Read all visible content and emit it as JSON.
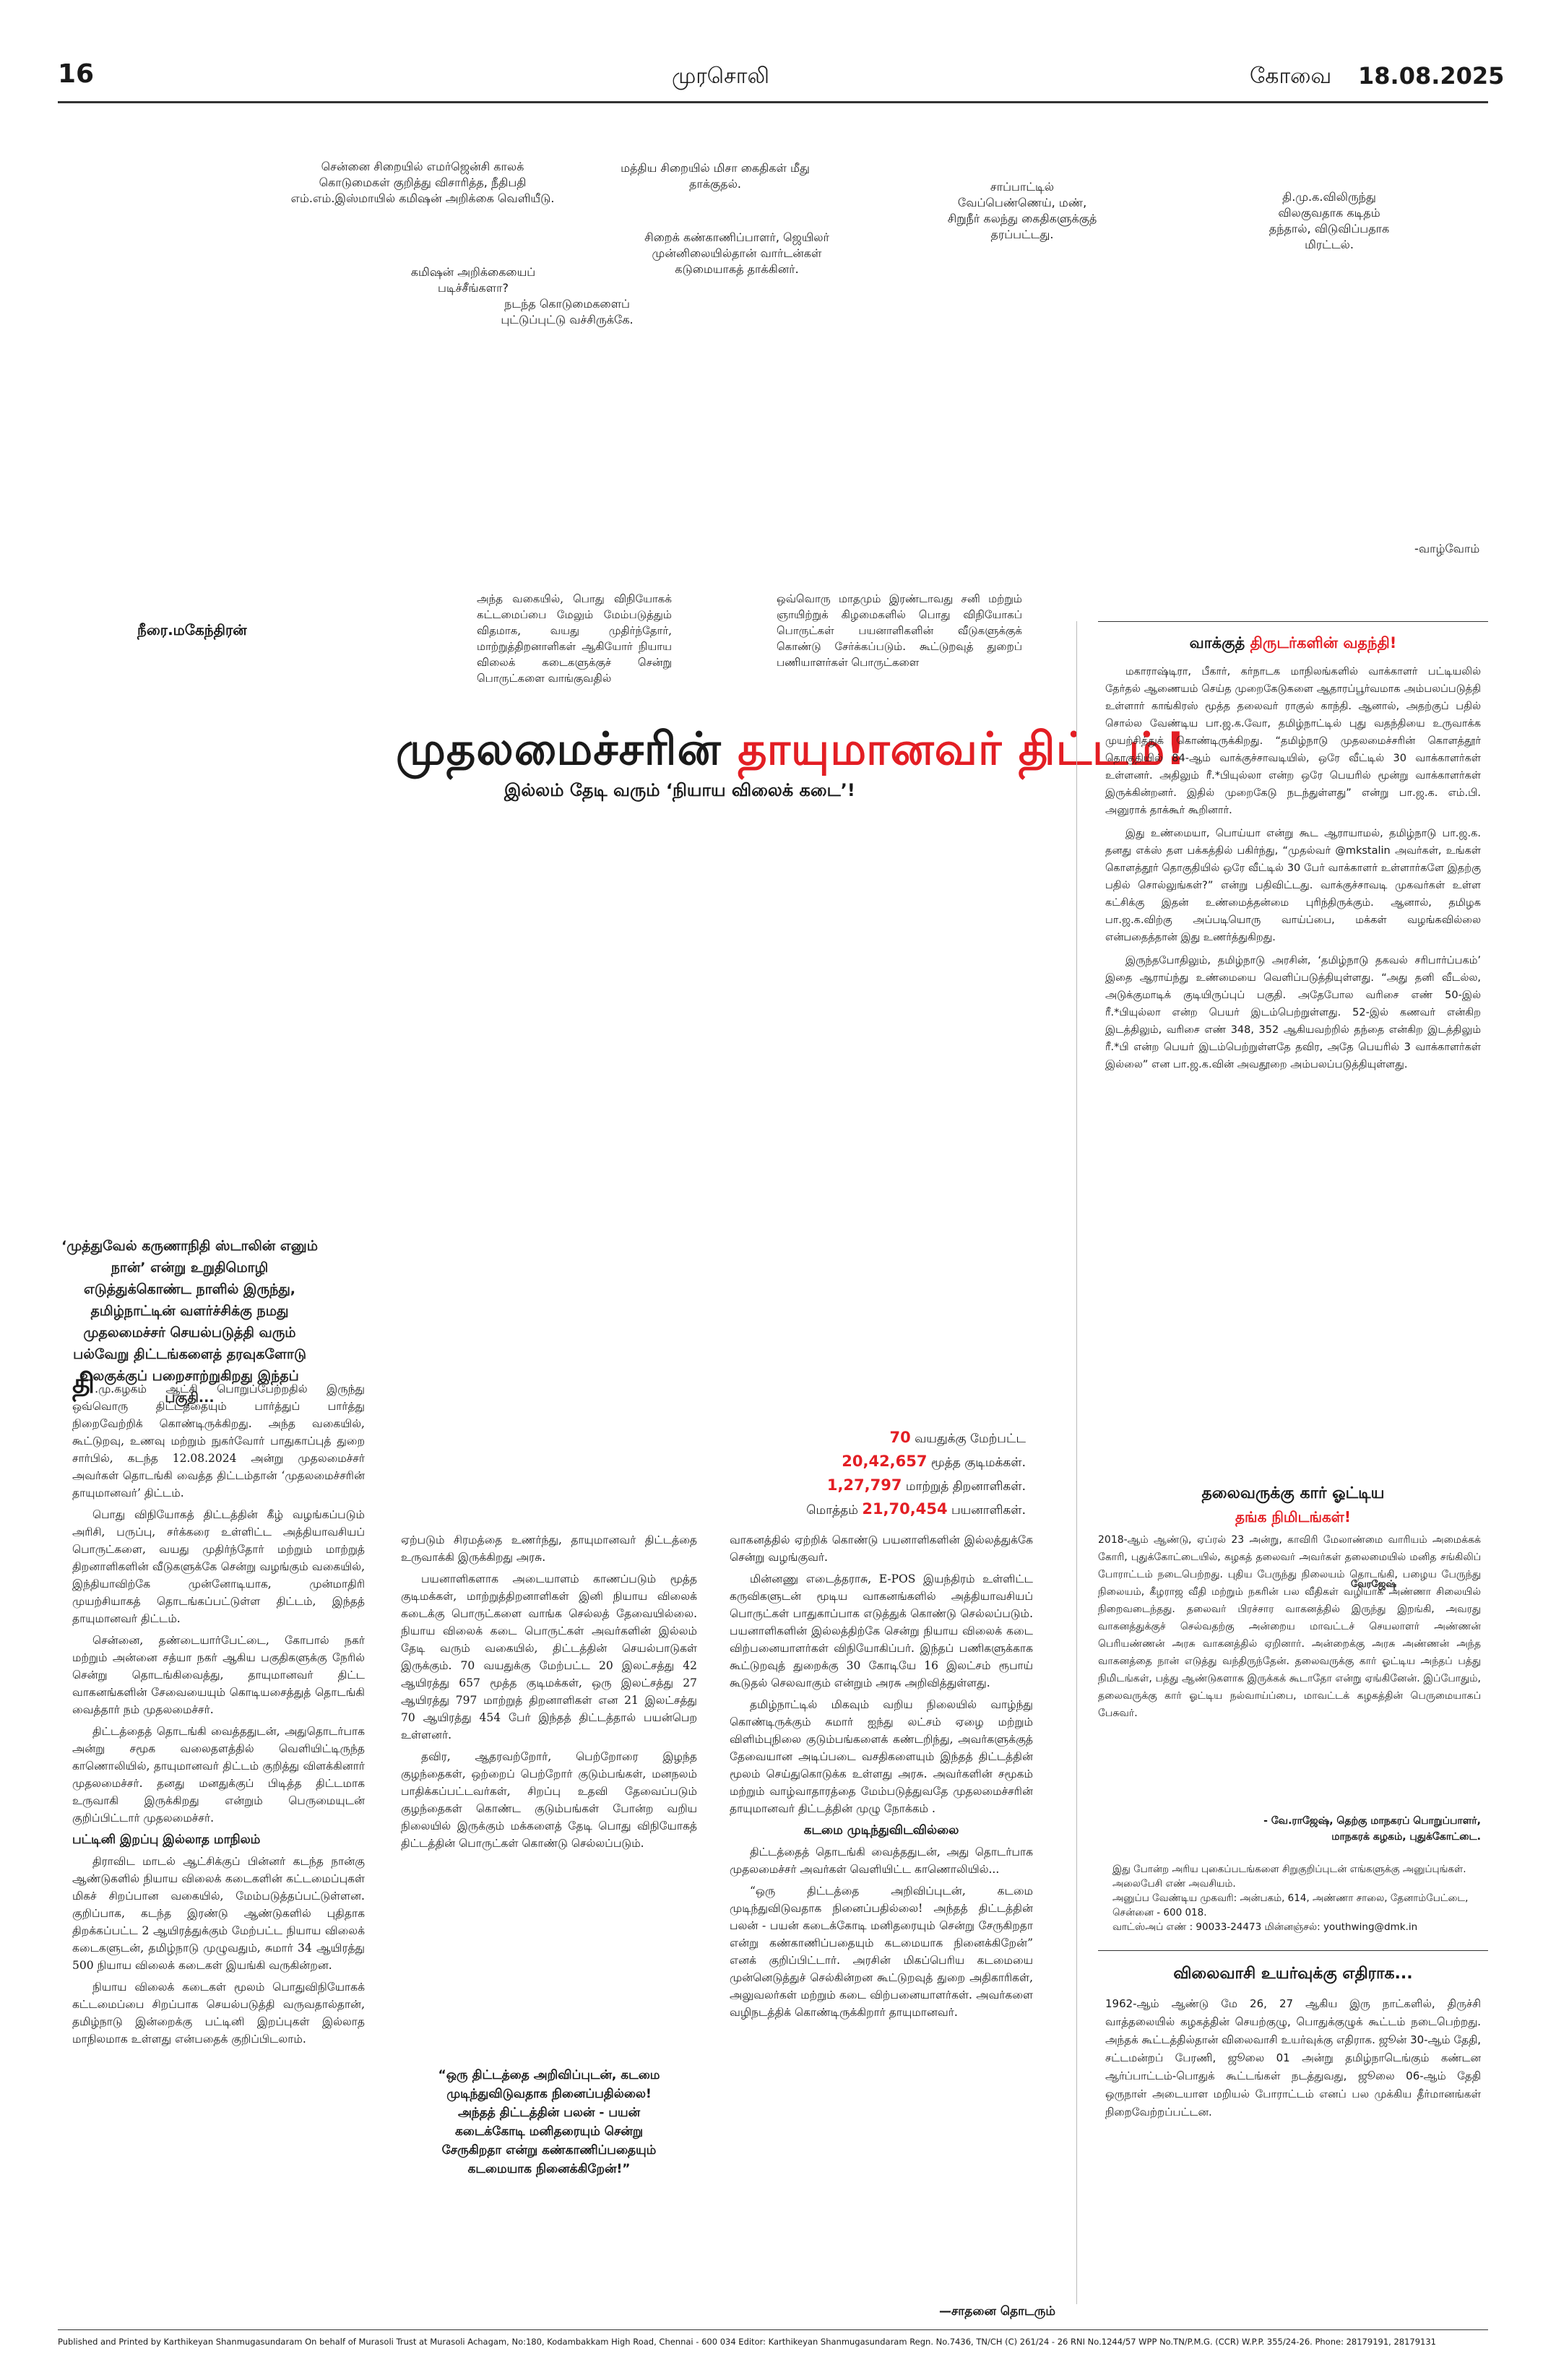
{
  "header": {
    "page_number": "16",
    "paper_name": "முரசொலி",
    "city": "கோவை",
    "date": "18.08.2025"
  },
  "captions": {
    "c1": "சென்னை சிறையில் எமர்ஜென்சி காலக் கொடுமைகள் குறித்து விசாரித்த, நீதிபதி எம்.எம்.இஸ்மாயில் கமிஷன் அறிக்கை வெளியீடு.",
    "c2": "மத்திய சிறையில் மிசா கைதிகள் மீது தாக்குதல்.",
    "c3": "சிறைக் கண்காணிப்பாளர், ஜெயிலர் முன்னிலையில்தான் வார்டன்கள் கடுமையாகத் தாக்கினர்.",
    "c4": "கமிஷன் அறிக்கையைப் படிச்சீங்களா?",
    "c5": "நடந்த கொடுமைகளைப் புட்டுப்புட்டு வச்சிருக்கே.",
    "c6": "சாப்பாட்டில் வேப்பெண்ணெய், மண், சிறுநீர் கலந்து கைதிகளுக்குத் தரப்பட்டது.",
    "c7": "தி.மு.க.விலிருந்து விலகுவதாக கடிதம் தந்தால், விடுவிப்பதாக மிரட்டல்.",
    "signature": "-வாழ்வோம்"
  },
  "article": {
    "byline": "நீரை.மகேந்திரன்",
    "intro_col1": "அந்த வகையில், பொது விநியோகக் கட்டமைப்பை மேலும் மேம்படுத்தும் விதமாக, வயது முதிர்ந்தோர், மாற்றுத்திறனாளிகள் ஆகியோர் நியாய விலைக் கடைகளுக்குச் சென்று பொருட்களை வாங்குவதில்",
    "intro_col2": "ஒவ்வொரு மாதமும் இரண்டாவது சனி மற்றும் ஞாயிற்றுக் கிழமைகளில் பொது விநியோகப் பொருட்கள் பயனாளிகளின் வீடுகளுக்குக் கொண்டு சேர்க்கப்படும். கூட்டுறவுத் துறைப் பணியாளர்கள் பொருட்களை",
    "title_black": "முதலமைச்சரின்",
    "title_red": "தாயுமானவர் திட்டம்!",
    "subtitle": "இல்லம் தேடி வரும் ‘நியாய விலைக் கடை’!",
    "pullquote": "‘முத்துவேல் கருணாநிதி ஸ்டாலின் எனும் நான்’ என்று உறுதிமொழி எடுத்துக்கொண்ட நாளில் இருந்து, தமிழ்நாட்டின் வளர்ச்சிக்கு நமது முதலமைச்சர் செயல்படுத்தி வரும் பல்வேறு திட்டங்களைத் தரவுகளோடு உலகுக்குப் பறைசாற்றுகிறது இந்தப் பகுதி...",
    "stats": [
      {
        "num": "70",
        "text": "வயதுக்கு மேற்பட்ட"
      },
      {
        "num": "20,42,657",
        "text": "மூத்த குடிமக்கள்."
      },
      {
        "num": "1,27,797",
        "text": "மாற்றுத் திறனாளிகள்."
      },
      {
        "pre": "மொத்தம்",
        "num": "21,70,454",
        "text": "பயனாளிகள்."
      }
    ],
    "col1_dropcap": "தி",
    "col1_p1": ".மு.கழகம் ஆட்சி பொறுப்பேற்றதில் இருந்து ஒவ்வொரு திட்டத்தையும் பார்த்துப் பார்த்து நிறைவேற்றிக் கொண்டிருக்கிறது. அந்த வகையில், கூட்டுறவு, உணவு மற்றும் நுகர்வோர் பாதுகாப்புத் துறை சார்பில், கடந்த 12.08.2024 அன்று முதலமைச்சர் அவர்கள் தொடங்கி வைத்த திட்டம்தான் ‘முதலமைச்சரின் தாயுமானவர்’ திட்டம்.",
    "col1_p2": "பொது விநியோகத் திட்டத்தின் கீழ் வழங்கப்படும் அரிசி, பருப்பு, சர்க்கரை உள்ளிட்ட அத்தியாவசியப் பொருட்களை, வயது முதிர்ந்தோர் மற்றும் மாற்றுத் திறனாளிகளின் வீடுகளுக்கே சென்று வழங்கும் வகையில், இந்தியாவிற்கே முன்னோடியாக, முன்மாதிரி முயற்சியாகத் தொடங்கப்பட்டுள்ள திட்டம், இந்தத் தாயுமானவர் திட்டம்.",
    "col1_p3": "சென்னை, தண்டையார்பேட்டை, கோபால் நகர் மற்றும் அன்னை சத்யா நகர் ஆகிய பகுதிகளுக்கு நேரில் சென்று தொடங்கிவைத்து, தாயுமானவர் திட்ட வாகனங்களின் சேவையையும் கொடியசைத்துத் தொடங்கி வைத்தார் நம் முதலமைச்சர்.",
    "col1_p4": "திட்டத்தைத் தொடங்கி வைத்ததுடன், அதுதொடர்பாக அன்று சமூக வலைதளத்தில் வெளியிட்டிருந்த காணொலியில், தாயுமானவர் திட்டம் குறித்து விளக்கினார் முதலமைச்சர். தனது மனதுக்குப் பிடித்த திட்டமாக உருவாகி இருக்கிறது என்றும் பெருமையுடன் குறிப்பிட்டார் முதலமைச்சர்.",
    "col1_sub": "பட்டினி இறப்பு இல்லாத மாநிலம்",
    "col1_p5": "திராவிட மாடல் ஆட்சிக்குப் பின்னர் கடந்த நான்கு ஆண்டுகளில் நியாய விலைக் கடைகளின் கட்டமைப்புகள் மிகச் சிறப்பான வகையில், மேம்படுத்தப்பட்டுள்ளன. குறிப்பாக, கடந்த இரண்டு ஆண்டுகளில் புதிதாக திறக்கப்பட்ட 2 ஆயிரத்துக்கும் மேற்பட்ட நியாய விலைக் கடைகளுடன், தமிழ்நாடு முழுவதும், சுமார் 34 ஆயிரத்து 500 நியாய விலைக் கடைகள் இயங்கி வருகின்றன.",
    "col1_p6": "நியாய விலைக் கடைகள் மூலம் பொதுவிநியோகக் கட்டமைப்பை சிறப்பாக செயல்படுத்தி வருவதால்தான், தமிழ்நாடு இன்றைக்கு பட்டினி இறப்புகள் இல்லாத மாநிலமாக உள்ளது என்பதைக் குறிப்பிடலாம்.",
    "col2_p1": "ஏற்படும் சிரமத்தை உணர்ந்து, தாயுமானவர் திட்டத்தை உருவாக்கி இருக்கிறது அரசு.",
    "col2_p2": "பயனாளிகளாக அடையாளம் காணப்படும் மூத்த குடிமக்கள், மாற்றுத்திறனாளிகள் இனி நியாய விலைக் கடைக்கு பொருட்களை வாங்க செல்லத் தேவையில்லை. நியாய விலைக் கடை பொருட்கள் அவர்களின் இல்லம் தேடி வரும் வகையில், திட்டத்தின் செயல்பாடுகள் இருக்கும். 70 வயதுக்கு மேற்பட்ட 20 இலட்சத்து 42 ஆயிரத்து 657 மூத்த குடிமக்கள், ஒரு இலட்சத்து 27 ஆயிரத்து 797 மாற்றுத் திறனாளிகள் என 21 இலட்சத்து 70 ஆயிரத்து 454 பேர் இந்தத் திட்டத்தால் பயன்பெற உள்ளனர்.",
    "col2_p3": "தவிர, ஆதரவற்றோர், பெற்றோரை இழந்த குழந்தைகள், ஒற்றைப் பெற்றோர் குடும்பங்கள், மனநலம் பாதிக்கப்பட்டவர்கள், சிறப்பு உதவி தேவைப்படும் குழந்தைகள் கொண்ட குடும்பங்கள் போன்ற வறிய நிலையில் இருக்கும் மக்களைத் தேடி பொது விநியோகத் திட்டத்தின் பொருட்கள் கொண்டு செல்லப்படும்.",
    "quote": "“ஒரு திட்டத்தை அறிவிப்புடன், கடமை முடிந்துவிடுவதாக நினைப்பதில்லை! அந்தத் திட்டத்தின் பலன் - பயன் கடைக்கோடி மனிதரையும் சென்று சேருகிறதா என்று கண்காணிப்பதையும் கடமையாக நினைக்கிறேன்!”",
    "col3_p1": "வாகனத்தில் ஏற்றிக் கொண்டு பயனாளிகளின் இல்லத்துக்கே சென்று வழங்குவர்.",
    "col3_p2": "மின்னணு எடைத்தராசு, E-POS இயந்திரம் உள்ளிட்ட கருவிகளுடன் மூடிய வாகனங்களில் அத்தியாவசியப் பொருட்கள் பாதுகாப்பாக எடுத்துக் கொண்டு செல்லப்படும். பயனாளிகளின் இல்லத்திற்கே சென்று நியாய விலைக் கடை விற்பனையாளர்கள் விநியோகிப்பர். இந்தப் பணிகளுக்காக கூட்டுறவுத் துறைக்கு 30 கோடியே 16 இலட்சம் ரூபாய் கூடுதல் செலவாகும் என்றும் அரசு அறிவித்துள்ளது.",
    "col3_p3": "தமிழ்நாட்டில் மிகவும் வறிய நிலையில் வாழ்ந்து கொண்டிருக்கும் சுமார் ஐந்து லட்சம் ஏழை மற்றும் விளிம்புநிலை குடும்பங்களைக் கண்டறிந்து, அவர்களுக்குத் தேவையான அடிப்படை வசதிகளையும் இந்தத் திட்டத்தின் மூலம் செய்துகொடுக்க உள்ளது அரசு. அவர்களின் சமூகம் மற்றும் வாழ்வாதாரத்தை மேம்படுத்துவதே முதலமைச்சரின் தாயுமானவர் திட்டத்தின் முழு நோக்கம் .",
    "col3_sub": "கடமை முடிந்துவிடவில்லை",
    "col3_p4": "திட்டத்தைத் தொடங்கி வைத்ததுடன், அது தொடர்பாக முதலமைச்சர் அவர்கள் வெளியிட்ட காணொலியில்...",
    "col3_p5": "“ஒரு திட்டத்தை அறிவிப்புடன், கடமை முடிந்துவிடுவதாக நினைப்பதில்லை! அந்தத் திட்டத்தின் பலன் - பயன் கடைக்கோடி மனிதரையும் சென்று சேருகிறதா என்று கண்காணிப்பதையும் கடமையாக நினைக்கிறேன்” எனக் குறிப்பிட்டார். அரசின் மிகப்பெரிய கடமையை முன்னெடுத்துச் செல்கின்றன கூட்டுறவுத் துறை அதிகாரிகள், அலுவலர்கள் மற்றும் கடை விற்பனையாளர்கள். அவர்களை வழிநடத்திக் கொண்டிருக்கிறார் தாயுமானவர்.",
    "continued": "—சாதனை தொடரும்"
  },
  "sidebar1": {
    "title_black": "வாக்குத்",
    "title_red": "திருடர்களின் வதந்தி!",
    "p1": "மகாராஷ்டிரா, பீகார், கர்நாடக மாநிலங்களில் வாக்காளர் பட்டியலில் தேர்தல் ஆணையம் செய்த முறைகேடுகளை ஆதாரப்பூர்வமாக அம்பலப்படுத்தி உள்ளார் காங்கிரஸ் மூத்த தலைவர் ராகுல் காந்தி. ஆனால், அதற்குப் பதில் சொல்ல வேண்டிய பா.ஜ.க.வோ, தமிழ்நாட்டில் புது வதந்தியை உருவாக்க முயற்சித்துக் கொண்டிருக்கிறது. “தமிழ்நாடு முதலமைச்சரின் கொளத்தூர் தொகுதியில் 84-ஆம் வாக்குச்சாவடியில், ஒரே வீட்டில் 30 வாக்காளர்கள் உள்ளனர். அதிலும் ரீ.*பியுல்லா என்ற ஒரே பெயரில் மூன்று வாக்காளர்கள் இருக்கின்றனர். இதில் முறைகேடு நடந்துள்ளது” என்று பா.ஜ.க. எம்.பி. அனுராக் தாக்கூர் கூறினார்.",
    "p2": "இது உண்மையா, பொய்யா என்று கூட ஆராயாமல், தமிழ்நாடு பா.ஜ.க. தனது எக்ஸ் தள பக்கத்தில் பகிர்ந்து, “முதல்வர் @mkstalin அவர்கள், உங்கள் கொளத்தூர் தொகுதியில் ஒரே வீட்டில் 30 பேர் வாக்காளர் உள்ளார்களே இதற்கு பதில் சொல்லுங்கள்?” என்று பதிவிட்டது. வாக்குச்சாவடி முகவர்கள் உள்ள கட்சிக்கு இதன் உண்மைத்தன்மை புரிந்திருக்கும். ஆனால், தமிழக பா.ஜ.க.விற்கு அப்படியொரு வாய்ப்பை, மக்கள் வழங்கவில்லை என்பதைத்தான் இது உணர்த்துகிறது.",
    "p3": "இருந்தபோதிலும், தமிழ்நாடு அரசின், ‘தமிழ்நாடு தகவல் சரிபார்ப்பகம்’ இதை ஆராய்ந்து உண்மையை வெளிப்படுத்தியுள்ளது. “அது தனி வீடல்ல, அடுக்குமாடிக் குடியிருப்புப் பகுதி. அதேபோல வரிசை எண் 50-இல் ரீ.*பியுல்லா என்ற பெயர் இடம்பெற்றுள்ளது. 52-இல் கணவர் என்கிற இடத்திலும், வரிசை எண் 348, 352 ஆகியவற்றில் தந்தை என்கிற இடத்திலும் ரீ.*பி என்ற பெயர் இடம்பெற்றுள்ளதே தவிர, அதே பெயரில் 3 வாக்காளர்கள் இல்லை” என பா.ஜ.க.வின் அவதூறை அம்பலப்படுத்தியுள்ளது."
  },
  "sidebar2": {
    "title_black": "தலைவருக்கு கார் ஓட்டிய",
    "title_red": "தங்க நிமிடங்கள்!",
    "name_label": "வேரஜேஷ்",
    "text": "2018-ஆம் ஆண்டு, ஏப்ரல் 23 அன்று, காவிரி மேலாண்மை வாரியம் அமைக்கக் கோரி, புதுக்கோட்டையில், கழகத் தலைவர் அவர்கள் தலைமையில் மனித சங்கிலிப் போராட்டம் நடைபெற்றது. புதிய பேருந்து நிலையம் தொடங்கி, பழைய பேருந்து நிலையம், கீழராஜ வீதி மற்றும் நகரின் பல வீதிகள் வழியாக அண்ணா சிலையில் நிறைவடைந்தது. தலைவர் பிரச்சார வாகனத்தில் இருந்து இறங்கி, அவரது வாகனத்துக்குச் செல்வதற்கு அன்றைய மாவட்டச் செயலாளர் அண்ணன் பெரியண்ணன் அரசு வாகனத்தில் ஏறினார். அன்றைக்கு அரசு அண்ணன் அந்த வாகனத்தை நான் எடுத்து வந்திருந்தேன். தலைவருக்கு கார் ஓட்டிய அந்தப் பத்து நிமிடங்கள், பத்து ஆண்டுகளாக இருக்கக் கூடாதோ என்று ஏங்கினேன். இப்போதும், தலைவருக்கு கார் ஓட்டிய நல்வாய்ப்பை, மாவட்டக் கழகத்தின் பெருமையாகப் பேசுவர்.",
    "sign1": "- வே.ராஜேஷ், தெற்கு மாநகரப் பொறுப்பாளர்,",
    "sign2": "மாநகரக் கழகம், புதுக்கோட்டை.",
    "note1": "இது போன்ற அரிய புகைப்படங்களை சிறுகுறிப்புடன் எங்களுக்கு அனுப்புங்கள். அலைபேசி எண் அவசியம்.",
    "note2": "அனுப்ப வேண்டிய முகவரி: அன்பகம், 614, அண்ணா சாலை, தேனாம்பேட்டை, சென்னை - 600 018.",
    "note3": "வாட்ஸ்அப் எண் : 90033-24473 மின்னஞ்சல்: youthwing@dmk.in"
  },
  "sidebar3": {
    "title": "விலைவாசி உயர்வுக்கு எதிராக...",
    "text": "1962-ஆம் ஆண்டு மே 26, 27 ஆகிய இரு நாட்களில், திருச்சி வாத்தலையில் கழகத்தின் செயற்குழு, பொதுக்குழுக் கூட்டம் நடைபெற்றது. அந்தக் கூட்டத்தில்தான் விலைவாசி உயர்வுக்கு எதிராக. ஜூன் 30-ஆம் தேதி, சட்டமன்றப் பேரணி, ஜூலை 01 அன்று தமிழ்நாடெங்கும் கண்டன ஆர்ப்பாட்டம்-பொதுக் கூட்டங்கள் நடத்துவது, ஜூலை 06-ஆம் தேதி ஒருநாள் அடையாள மறியல் போராட்டம் எனப் பல முக்கிய தீர்மானங்கள் நிறைவேற்றப்பட்டன."
  },
  "footer": {
    "imprint": "Published and Printed by Karthikeyan Shanmugasundaram On behalf of Murasoli Trust at Murasoli Achagam, No:180, Kodambakkam High Road, Chennai - 600 034 Editor: Karthikeyan Shanmugasundaram Regn. No.7436, TN/CH (C) 261/24 - 26 RNI No.1244/57 WPP No.TN/P.M.G. (CCR) W.P.P. 355/24-26. Phone: 28179191, 28179131"
  },
  "colors": {
    "accent_red": "#e31e24",
    "text": "#1a1a1a"
  }
}
